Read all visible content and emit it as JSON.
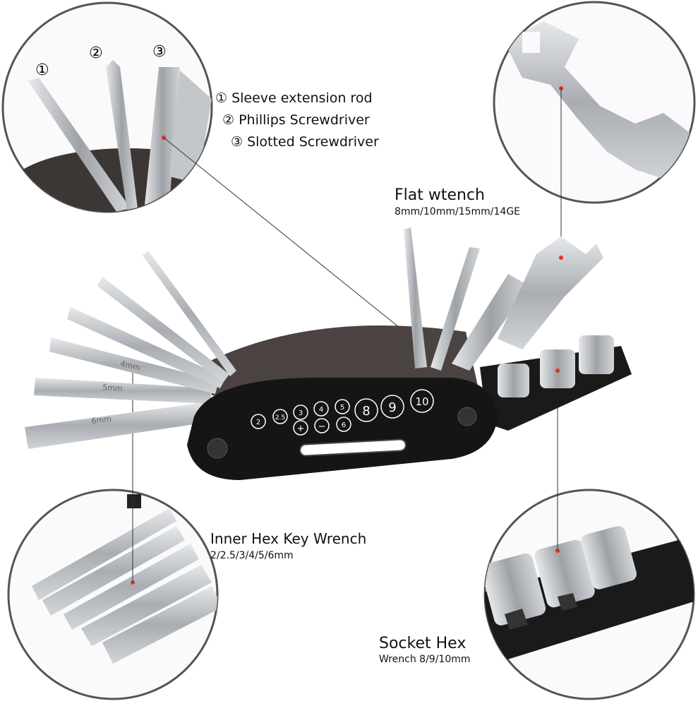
{
  "callouts": {
    "parts_list": [
      "① Sleeve extension rod",
      "② Phillips Screwdriver",
      "③ Slotted Screwdriver"
    ],
    "circle_numbers": [
      "①",
      "②",
      "③"
    ],
    "flat_wrench": {
      "title": "Flat wtench",
      "sizes": "8mm/10mm/15mm/14GE"
    },
    "hex_key": {
      "title": "Inner Hex Key Wrench",
      "sizes": "2/2.5/3/4/5/6mm"
    },
    "socket": {
      "title": "Socket Hex",
      "sizes": "Wrench 8/9/10mm"
    }
  },
  "tool_handle_markings": [
    "2",
    "2.5",
    "3",
    "4",
    "5",
    "+",
    "−",
    "6",
    "8",
    "9",
    "10"
  ],
  "hex_key_markings": [
    "4mm",
    "5mm",
    "6mm"
  ],
  "colors": {
    "handle": "#151515",
    "steel": "#b9bcc0",
    "background": "#ffffff",
    "accent_dot": "#e0302a"
  }
}
